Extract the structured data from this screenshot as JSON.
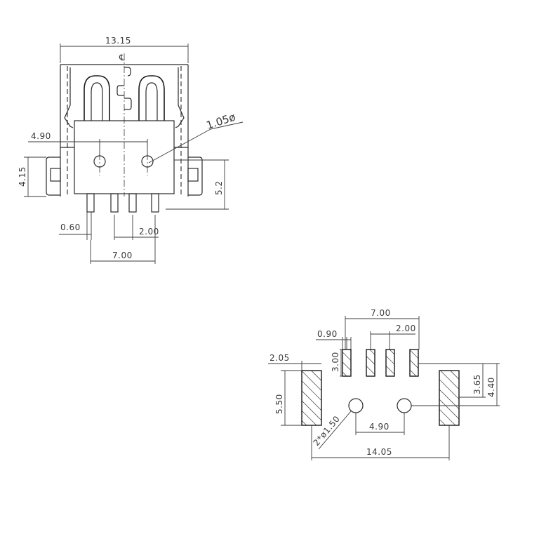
{
  "connector_view": {
    "width_dim": "13.15",
    "centerline_symbol": "℄",
    "hole_diameter_dim": "1.05ø",
    "hole_spacing_dim": "4.90",
    "left_height_dim": "4.15",
    "right_height_dim": "5.2",
    "pin_width_dim": "0.60",
    "pin_pitch_dim": "2.00",
    "pin_span_dim": "7.00"
  },
  "footprint_view": {
    "pin_span_dim": "7.00",
    "pin_pitch_dim": "2.00",
    "pad_width_dim": "0.90",
    "pad_height_dim": "3.00",
    "mount_pad_width_dim": "2.05",
    "mount_pad_height_dim": "5.50",
    "right_dim_a": "3.65",
    "right_dim_b": "4.40",
    "hole_callout": "2*ø1.50",
    "hole_spacing_dim": "4.90",
    "overall_width_dim": "14.05"
  }
}
